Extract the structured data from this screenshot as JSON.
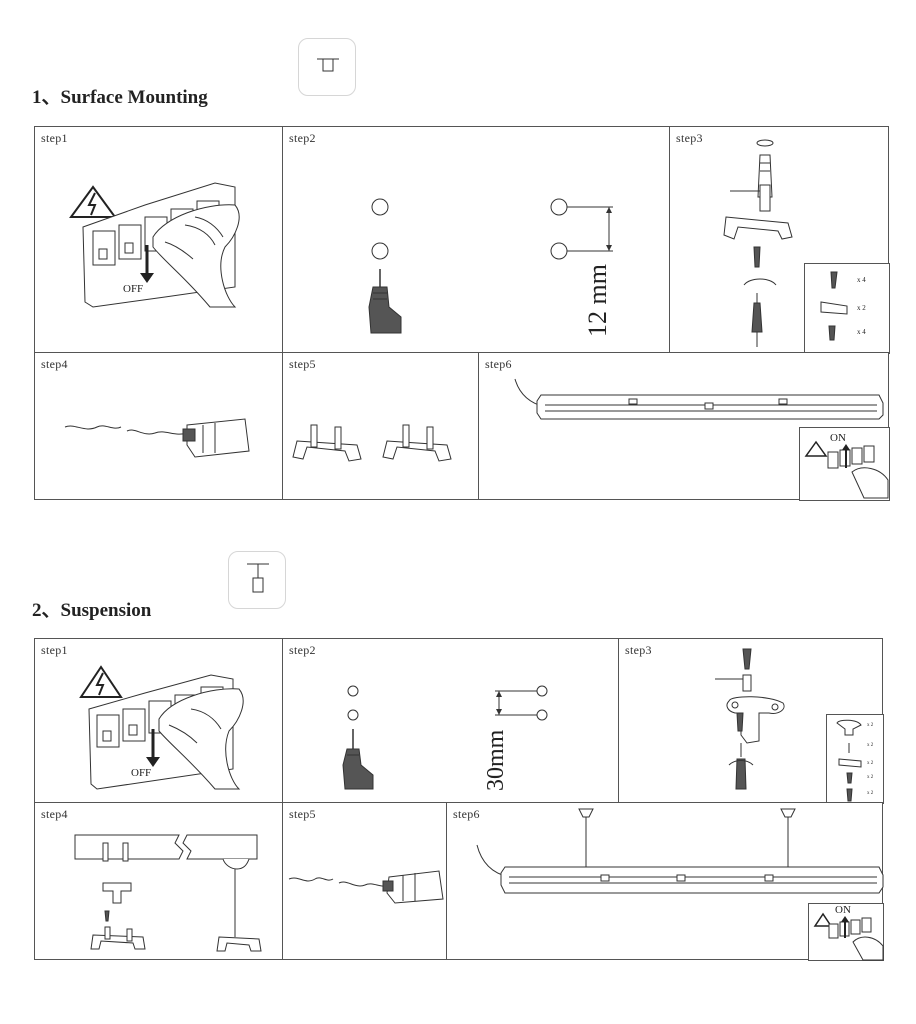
{
  "sections": [
    {
      "title": "1、Surface Mounting",
      "steps": [
        "step1",
        "step2",
        "step3",
        "step4",
        "step5",
        "step6"
      ],
      "off_label": "OFF",
      "on_label": "ON",
      "dimension": "12 mm",
      "parts_qty": [
        "x 4",
        "x 2",
        "x 4"
      ]
    },
    {
      "title": "2、Suspension",
      "steps": [
        "step1",
        "step2",
        "step3",
        "step4",
        "step5",
        "step6"
      ],
      "off_label": "OFF",
      "on_label": "ON",
      "dimension": "30mm",
      "parts_qty": [
        "x 2",
        "x 2",
        "x 2",
        "x 2",
        "x 2"
      ]
    }
  ]
}
